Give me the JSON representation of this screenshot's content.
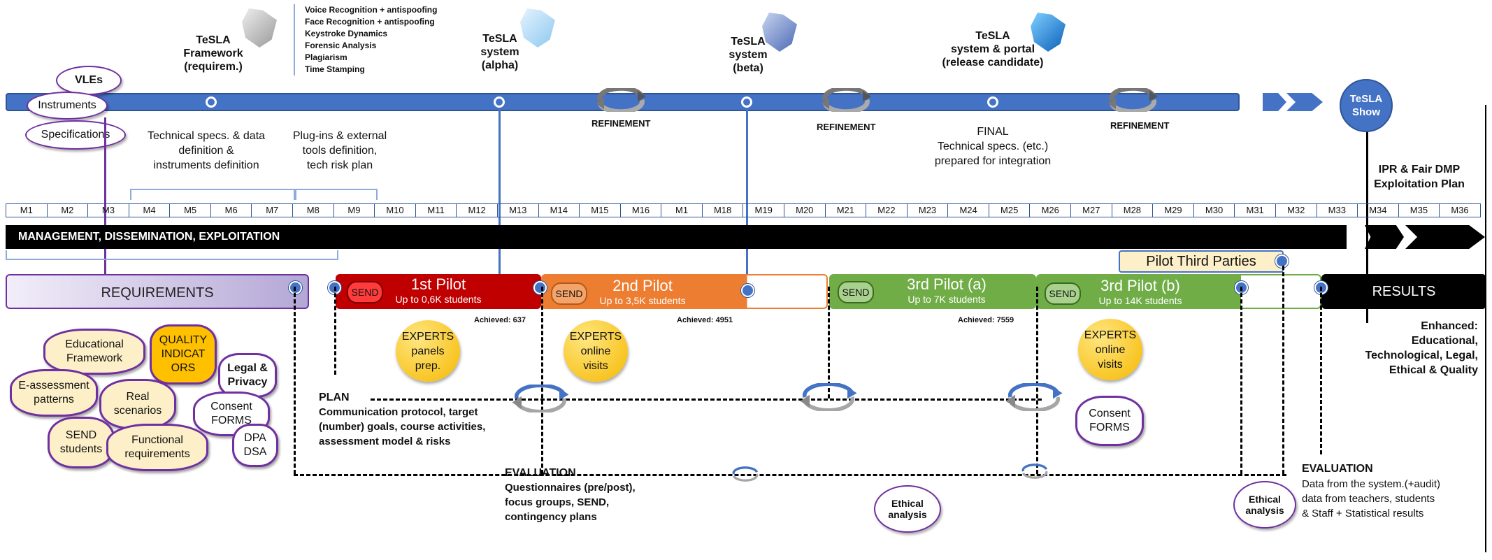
{
  "colors": {
    "timeline": "#4472c4",
    "req": "#b4a7d6",
    "pilot1": "#c00000",
    "pilot2": "#ed7d31",
    "pilot3": "#70ad47",
    "results": "#000000",
    "expert": "#ffc000",
    "blob": "#fdf0c8",
    "accent": "#7030a0"
  },
  "top": {
    "vles": "VLEs",
    "instruments": "Instruments",
    "specifications": "Specifications",
    "m1": "TeSLA\nFramework\n(requirem.)",
    "features": [
      "Voice Recognition + antispoofing",
      "Face Recognition + antispoofing",
      "Keystroke Dynamics",
      "Forensic Analysis",
      "Plagiarism",
      "Time Stamping"
    ],
    "m2": "TeSLA\nsystem\n(alpha)",
    "m3": "TeSLA\nsystem\n(beta)",
    "m4": "TeSLA\nsystem & portal\n(release candidate)",
    "show": "TeSLA\nShow",
    "refinement": "REFINEMENT",
    "tech_specs": "Technical specs. & data\ndefinition &\ninstruments definition",
    "plugins": "Plug-ins & external\ntools definition,\ntech risk plan",
    "final": "FINAL\nTechnical specs. (etc.)\nprepared for integration",
    "ipr": "IPR & Fair DMP\nExploitation Plan"
  },
  "months": [
    "M1",
    "M2",
    "M3",
    "M4",
    "M5",
    "M6",
    "M7",
    "M8",
    "M9",
    "M10",
    "M11",
    "M12",
    "M13",
    "M14",
    "M15",
    "M16",
    "M1",
    "M18",
    "M19",
    "M20",
    "M21",
    "M22",
    "M23",
    "M24",
    "M25",
    "M26",
    "M27",
    "M28",
    "M29",
    "M30",
    "M31",
    "M32",
    "M33",
    "M34",
    "M35",
    "M36"
  ],
  "management": "MANAGEMENT, DISSEMINATION, EXPLOITATION",
  "pilot_third": "Pilot Third Parties",
  "phases": {
    "requirements": "REQUIREMENTS",
    "send": "SEND",
    "p1": {
      "title": "1st Pilot",
      "sub": "Up to 0,6K students",
      "achieved": "Achieved: 637"
    },
    "p2": {
      "title": "2nd Pilot",
      "sub": "Up to 3,5K students",
      "achieved": "Achieved: 4951"
    },
    "p3a": {
      "title": "3rd Pilot (a)",
      "sub": "Up to 7K students",
      "achieved": "Achieved: 7559"
    },
    "p3b": {
      "title": "3rd Pilot (b)",
      "sub": "Up to 14K students"
    },
    "results": "RESULTS"
  },
  "blobs": {
    "edu": "Educational\nFramework",
    "quality": "QUALITY\nINDICAT\nORS",
    "legal": "Legal &\nPrivacy",
    "epatterns": "E-assessment\npatterns",
    "real": "Real\nscenarios",
    "consent": "Consent\nFORMS",
    "send": "SEND\nstudents",
    "functional": "Functional\nrequirements",
    "dpa": "DPA\nDSA"
  },
  "experts": {
    "e1": "EXPERTS\npanels\nprep.",
    "e2": "EXPERTS\nonline\nvisits",
    "e3": "EXPERTS\nonline\nvisits"
  },
  "consent2": "Consent\nFORMS",
  "plan_title": "PLAN",
  "plan_text": "Communication protocol, target\n(number) goals, course activities,\nassessment model & risks",
  "eval_title": "EVALUATION",
  "eval_text": "Questionnaires (pre/post),\nfocus groups, SEND,\ncontingency plans",
  "ethical": "Ethical\nanalysis",
  "eval2_title": "EVALUATION",
  "eval2_text": "Data from the system.(+audit)\ndata from teachers, students\n& Staff + Statistical results",
  "enhanced": "Enhanced:\nEducational,\nTechnological, Legal,\nEthical & Quality"
}
